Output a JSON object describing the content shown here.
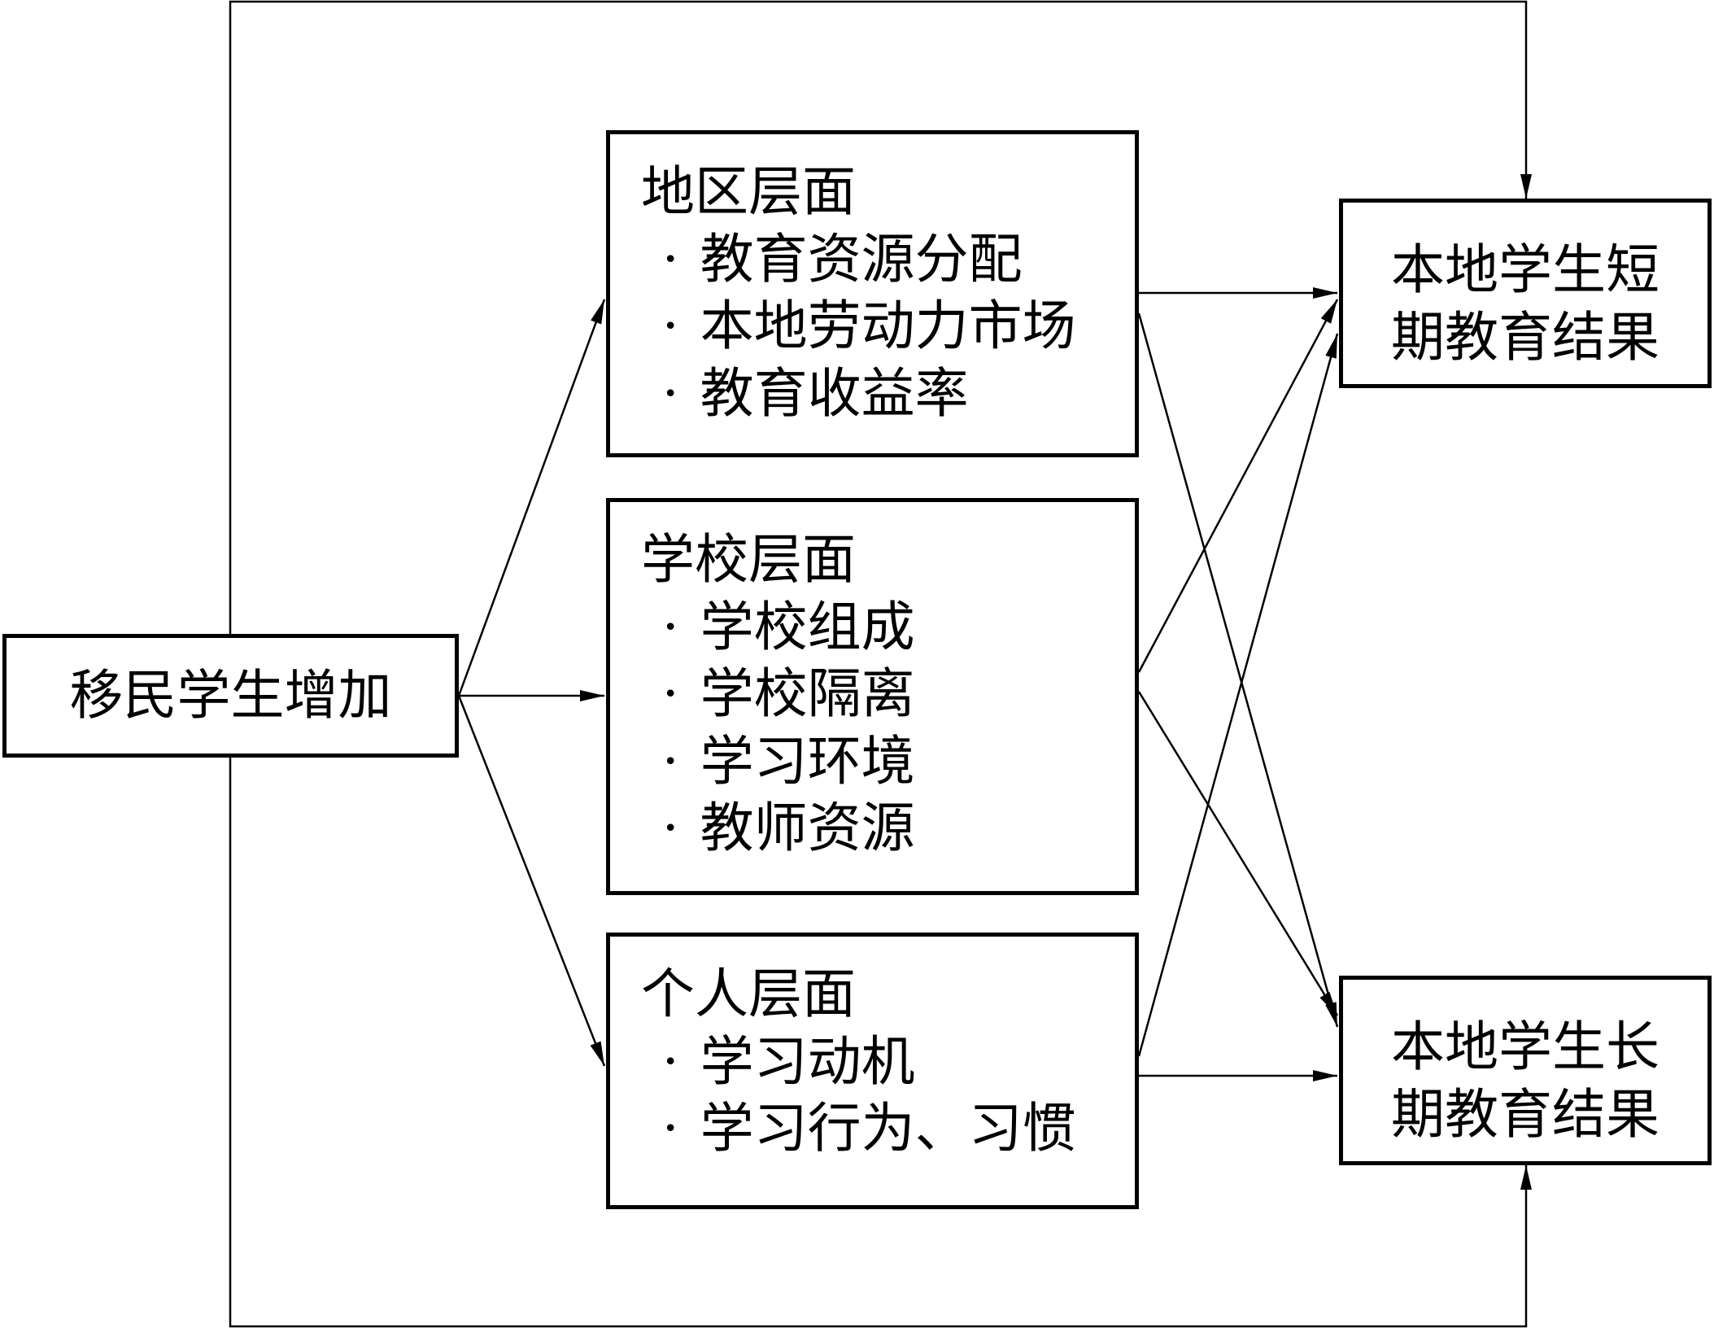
{
  "source": {
    "label": "移民学生增加"
  },
  "levels": [
    {
      "heading": "地区层面",
      "items": [
        "教育资源分配",
        "本地劳动力市场",
        "教育收益率"
      ]
    },
    {
      "heading": "学校层面",
      "items": [
        "学校组成",
        "学校隔离",
        "学习环境",
        "教师资源"
      ]
    },
    {
      "heading": "个人层面",
      "items": [
        "学习动机",
        "学习行为、习惯"
      ]
    }
  ],
  "bullet": "·",
  "outcomes": {
    "short": {
      "line1": "本地学生短",
      "line2": "期教育结果"
    },
    "long": {
      "line1": "本地学生长",
      "line2": "期教育结果"
    }
  },
  "colors": {
    "stroke": "#000000",
    "background": "#ffffff"
  }
}
